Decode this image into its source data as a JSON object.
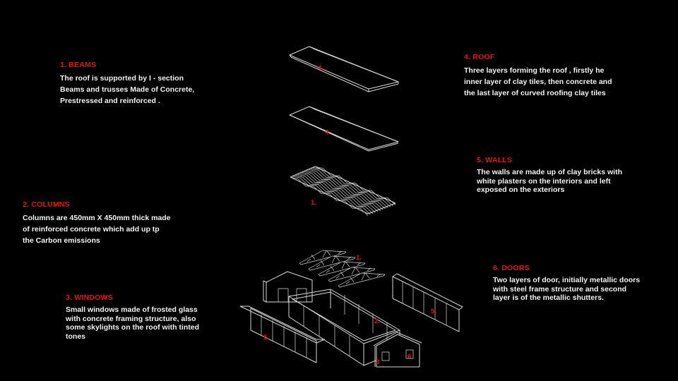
{
  "beams": {
    "heading": "1. BEAMS",
    "text": "The roof is supported by I - section\nBeams and trusses Made of Concrete,\nPrestressed and reinforced ."
  },
  "columns": {
    "heading": "2. COLUMNS",
    "text": "Columns are 450mm X 450mm thick made\nof reinforced concrete which add up tp\nthe Carbon emissions"
  },
  "windows": {
    "heading": "3. WINDOWS",
    "text": "Small windows made of frosted glass\nwith concrete framing structure, also\nsome skylights on the roof with tinted\ntones"
  },
  "roof": {
    "heading": "4. ROOF",
    "text": "Three layers forming the roof , firstly he\ninner layer of clay tiles, then concrete and\nthe last layer of curved roofing clay tiles"
  },
  "walls": {
    "heading": "5. WALLS",
    "text": "The walls are made up of clay bricks with\nwhite plasters on the interiors and left\nexposed on the exteriors"
  },
  "doors": {
    "heading": "6. DOORS",
    "text": "Two layers of door, initially metallic doors\nwith steel frame structure and second\nlayer is of the metallic shutters."
  },
  "markers": {
    "roof_top": "4.",
    "roof_mid": "4.",
    "tiles": "1.",
    "trusses": "1.",
    "wall_right": "5.",
    "wall_left": "5.",
    "frame": "2.",
    "door_left": "3",
    "door_right": "6"
  },
  "colors": {
    "accent": "#e0141b",
    "text": "#f2f2f2",
    "lines": "#d8d8d8",
    "background": "#000000"
  }
}
